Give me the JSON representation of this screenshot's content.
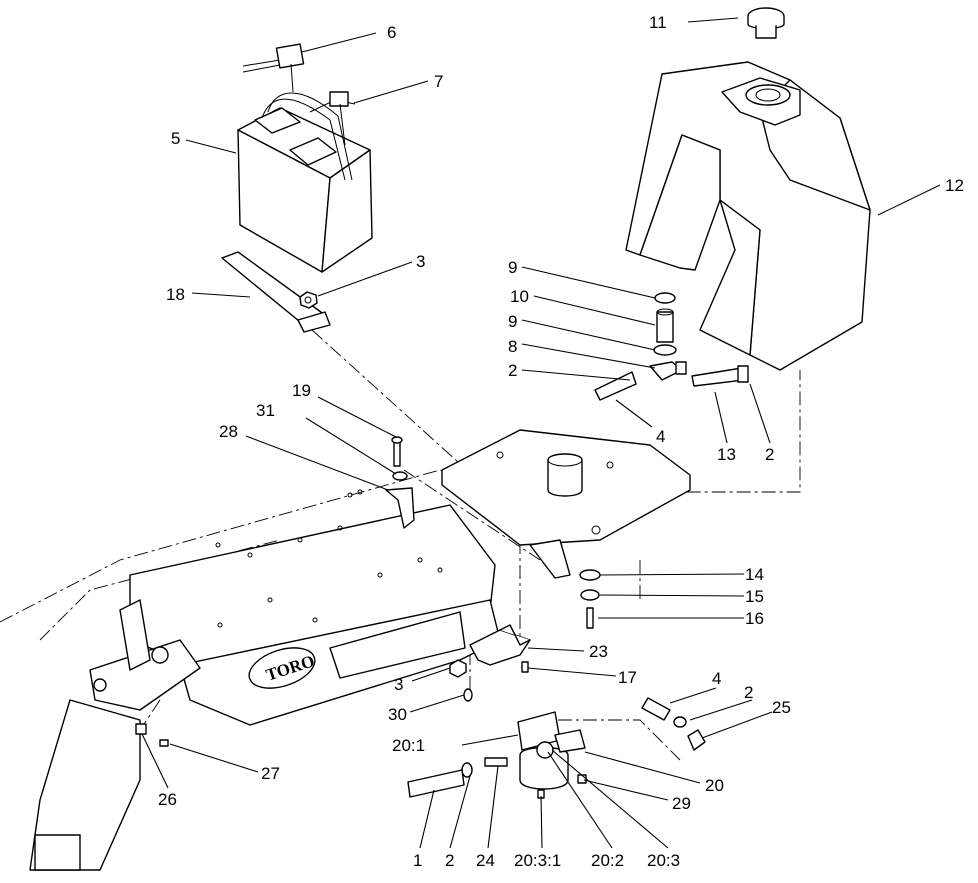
{
  "callouts": [
    {
      "id": "c6",
      "text": "6"
    },
    {
      "id": "c7",
      "text": "7"
    },
    {
      "id": "c5",
      "text": "5"
    },
    {
      "id": "c11",
      "text": "11"
    },
    {
      "id": "c12",
      "text": "12"
    },
    {
      "id": "c3a",
      "text": "3"
    },
    {
      "id": "c18",
      "text": "18"
    },
    {
      "id": "c9a",
      "text": "9"
    },
    {
      "id": "c10",
      "text": "10"
    },
    {
      "id": "c9b",
      "text": "9"
    },
    {
      "id": "c8",
      "text": "8"
    },
    {
      "id": "c2a",
      "text": "2"
    },
    {
      "id": "c4a",
      "text": "4"
    },
    {
      "id": "c13",
      "text": "13"
    },
    {
      "id": "c2b",
      "text": "2"
    },
    {
      "id": "c19",
      "text": "19"
    },
    {
      "id": "c31",
      "text": "31"
    },
    {
      "id": "c28",
      "text": "28"
    },
    {
      "id": "c14",
      "text": "14"
    },
    {
      "id": "c15",
      "text": "15"
    },
    {
      "id": "c16",
      "text": "16"
    },
    {
      "id": "c23",
      "text": "23"
    },
    {
      "id": "c17",
      "text": "17"
    },
    {
      "id": "c3b",
      "text": "3"
    },
    {
      "id": "c30",
      "text": "30"
    },
    {
      "id": "c4b",
      "text": "4"
    },
    {
      "id": "c2c",
      "text": "2"
    },
    {
      "id": "c25",
      "text": "25"
    },
    {
      "id": "c20_1",
      "text": "20:1"
    },
    {
      "id": "c20",
      "text": "20"
    },
    {
      "id": "c29",
      "text": "29"
    },
    {
      "id": "c27",
      "text": "27"
    },
    {
      "id": "c26",
      "text": "26"
    },
    {
      "id": "c1",
      "text": "1"
    },
    {
      "id": "c2d",
      "text": "2"
    },
    {
      "id": "c24",
      "text": "24"
    },
    {
      "id": "c20_3_1",
      "text": "20:3:1"
    },
    {
      "id": "c20_2",
      "text": "20:2"
    },
    {
      "id": "c20_3",
      "text": "20:3"
    }
  ],
  "brand_logo_text": "TORO"
}
